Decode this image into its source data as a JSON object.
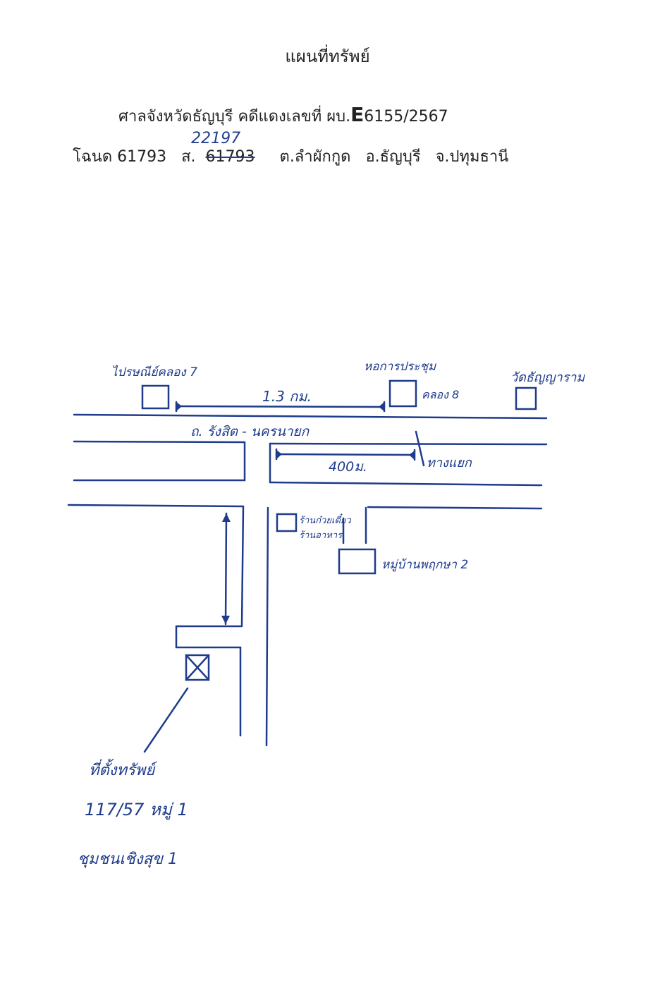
{
  "header": {
    "title": "แผนที่ทรัพย์",
    "court_prefix": "ศาลจังหวัดธัญบุรี  คดีแดงเลขที่ ผบ.",
    "court_letter": "E",
    "court_number": "6155/2567",
    "deed_label": "โฉนด 61793",
    "survey_prefix": "ส.",
    "survey_old": "61793",
    "survey_new": "22197",
    "subdistrict": "ต.ลำผักกูด",
    "district": "อ.ธัญบุรี",
    "province": "จ.ปทุมธานี"
  },
  "map": {
    "label_post_office": "ไปรษณีย์คลอง 7",
    "label_meeting_hall": "หอการประชุม",
    "label_khlong8": "คลอง 8",
    "label_temple": "วัดธัญญาราม",
    "distance_top": "1.3 กม.",
    "road_name": "ถ. รังสิต - นครนายก",
    "distance_mid": "400ม.",
    "label_junction": "ทางแยก",
    "label_noodle_shop": "ร้านก๋วยเตี๋ยว",
    "label_noodle_shop_2": "ร้านอาหาร",
    "label_village": "หมู่บ้านพฤกษา 2",
    "label_property_location": "ที่ตั้งทรัพย์",
    "label_house_no": "117/57  หมู่ 1",
    "label_community": "ชุมชนเชิงสุข 1"
  }
}
